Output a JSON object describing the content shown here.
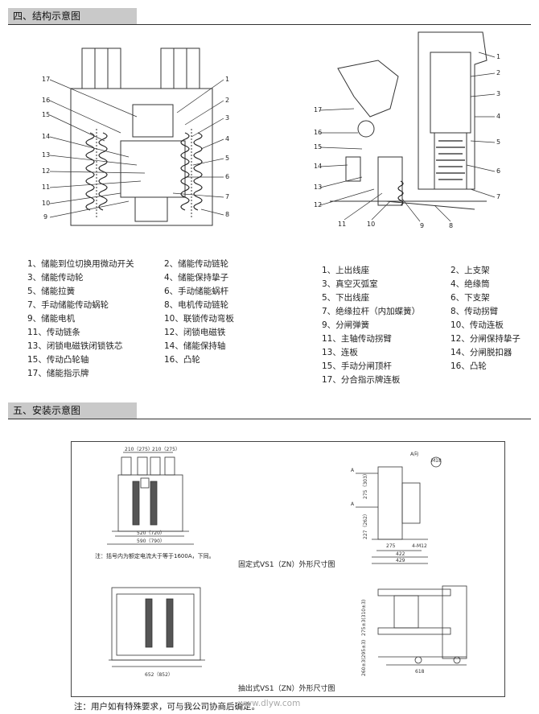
{
  "section4": {
    "title": "四、结构示意图"
  },
  "section5": {
    "title": "五、安装示意图"
  },
  "left_numbers": [
    "1",
    "2",
    "3",
    "4",
    "5",
    "6",
    "7",
    "8",
    "9",
    "10",
    "11",
    "12",
    "13",
    "14",
    "15",
    "16",
    "17"
  ],
  "right_numbers": [
    "1",
    "2",
    "3",
    "4",
    "5",
    "6",
    "7",
    "8",
    "9",
    "10",
    "11",
    "12",
    "13",
    "14",
    "15",
    "16",
    "17"
  ],
  "legend_left": [
    [
      "1、储能到位切换用微动开关",
      "2、储能传动链轮"
    ],
    [
      "3、储能传动轮",
      "4、储能保持挚子"
    ],
    [
      "5、储能拉簧",
      "6、手动储能蜗杆"
    ],
    [
      "7、手动储能传动蜗轮",
      "8、电机传动链轮"
    ],
    [
      "9、储能电机",
      "10、联锁传动弯板"
    ],
    [
      "11、传动链条",
      "12、闭锁电磁铁"
    ],
    [
      "13、闭锁电磁铁闭锁铁芯",
      "14、储能保持轴"
    ],
    [
      "15、传动凸轮轴",
      "16、凸轮"
    ],
    [
      "17、储能指示牌",
      ""
    ]
  ],
  "legend_right": [
    [
      "1、上出线座",
      "2、上支架"
    ],
    [
      "3、真空灭弧室",
      "4、绝缘筒"
    ],
    [
      "5、下出线座",
      "6、下支架"
    ],
    [
      "7、绝缘拉杆（内加蝶簧）",
      "8、传动拐臂"
    ],
    [
      "9、分闸弹簧",
      "10、传动连板"
    ],
    [
      "11、主轴传动拐臂",
      "12、分闸保持挚子"
    ],
    [
      "13、连板",
      "14、分闸脱扣器"
    ],
    [
      "15、手动分闸顶杆",
      "16、凸轮"
    ],
    [
      "17、分合指示牌连板",
      ""
    ]
  ],
  "install": {
    "fixed_note": "注：括号内为额定电流大于等于1600A，下同。",
    "fixed_caption": "固定式VS1（ZN）外形尺寸图",
    "draw_caption": "抽出式VS1（ZN）外形尺寸图",
    "dims": {
      "d210a": "210（275）",
      "d210b": "210（275）",
      "d520": "520（720）",
      "d590": "590（790）",
      "d275": "275",
      "d422": "422",
      "d429": "429",
      "m12": "4-M12",
      "avx": "A向",
      "m18": "M18",
      "aa": "A",
      "d652": "652（852）",
      "d618": "618",
      "v1": "275（303）",
      "v2": "227（262）",
      "v3": "275±3(310±3)",
      "v4": "260±3(295±3)"
    }
  },
  "footer_note": "注：用户如有特殊要求，可与我公司协商后确定。",
  "watermark": "www.dlyw.com"
}
